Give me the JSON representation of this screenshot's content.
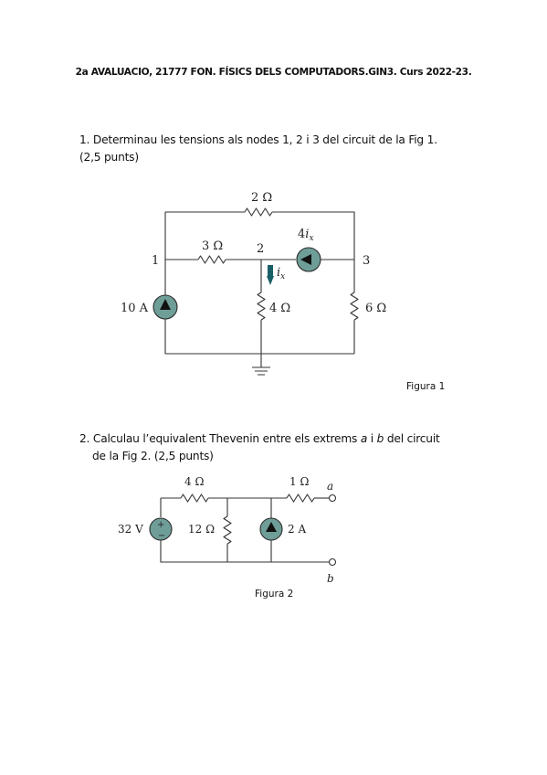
{
  "header": {
    "title": "2a AVALUACIO, 21777 FON. FÍSICS DELS COMPUTADORS.GIN3. Curs 2022-23."
  },
  "question1": {
    "line1": "1. Determinau les tensions als nodes 1, 2 i 3 del circuit de la Fig 1.",
    "line2": "(2,5 punts)"
  },
  "figure1": {
    "caption": "Figura 1",
    "r_top": "2 Ω",
    "r_left": "3 Ω",
    "r_mid": "4 Ω",
    "r_right": "6 Ω",
    "current_source": "10 A",
    "dep_source_coef": "4",
    "dep_source_var": "i",
    "dep_source_sub": "x",
    "ix_var": "i",
    "ix_sub": "x",
    "node1": "1",
    "node2": "2",
    "node3": "3"
  },
  "question2": {
    "line1_a": "2. Calculau l’equivalent Thevenin entre els extrems ",
    "term_a": "a",
    "conj": " i ",
    "term_b": "b",
    "line1_b": " del circuit",
    "line2": "de la Fig 2. (2,5 punts)"
  },
  "figure2": {
    "caption": "Figura 2",
    "r_4": "4 Ω",
    "r_1": "1 Ω",
    "r_12": "12 Ω",
    "voltage_source": "32 V",
    "current_source": "2 A",
    "terminal_a": "a",
    "terminal_b": "b"
  }
}
